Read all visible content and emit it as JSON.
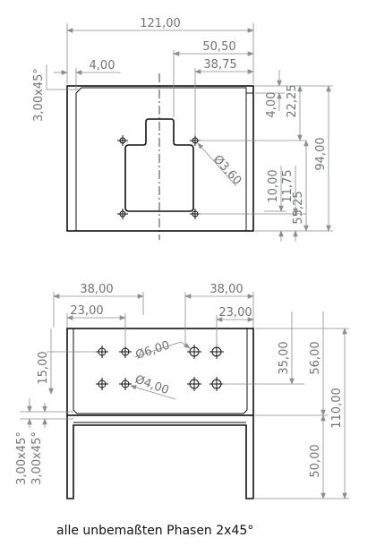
{
  "top_view": {
    "dims": {
      "overall_width": "121,00",
      "hole_offset_a": "50,50",
      "hole_offset_b": "38,75",
      "wall_thickness": "4,00",
      "chamfer": "3,00x45°",
      "right_wall": "4,00",
      "top_hole_y": "22,25",
      "overall_depth": "94,00",
      "cutout_depth": "55,25",
      "lower_a": "10,00",
      "lower_b": "11,75",
      "hole_diameter": "Ø3,60"
    }
  },
  "front_view": {
    "dims": {
      "left_span": "38,00",
      "left_pitch": "23,00",
      "right_span": "38,00",
      "right_pitch": "23,00",
      "hole_large": "Ø6,00",
      "hole_small": "Ø4,00",
      "left_height": "15,00",
      "height_35": "35,00",
      "height_56": "56,00",
      "overall_height": "110,00",
      "leg_height": "50,00",
      "chamfer_a": "3,00x45°",
      "chamfer_b": "3,00x45°"
    }
  },
  "note": "alle unbemaßten Phasen 2x45°"
}
